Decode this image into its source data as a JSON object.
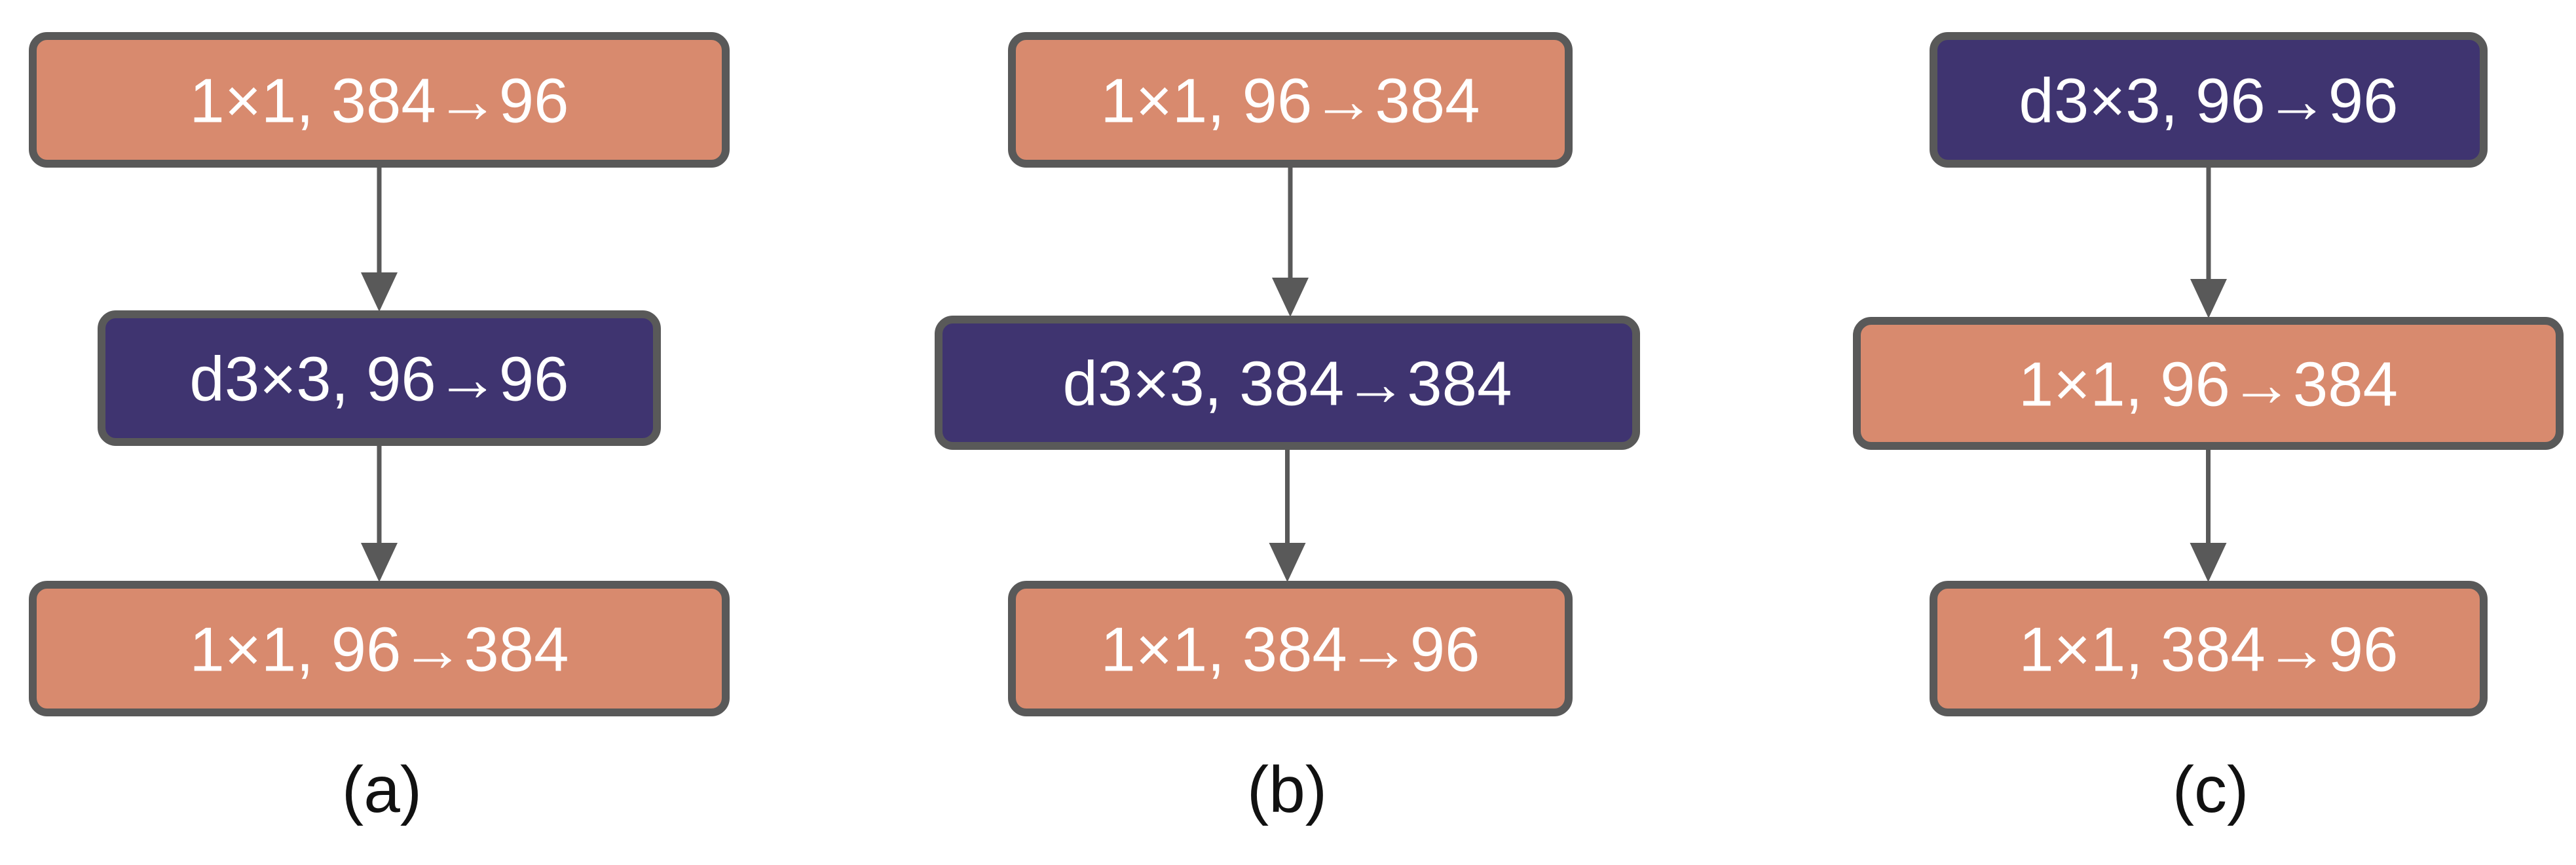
{
  "colors": {
    "conv1x1": "#D88A6E",
    "depthwise": "#3F3470",
    "border": "#595959",
    "arrow": "#595959",
    "label_text": "#FFFFFF",
    "caption_text": "#111111"
  },
  "panels": [
    {
      "caption": "(a)",
      "blocks": [
        {
          "label": "1×1, 384→96",
          "kind": "conv1x1"
        },
        {
          "label": "d3×3, 96→96",
          "kind": "depthwise"
        },
        {
          "label": "1×1, 96→384",
          "kind": "conv1x1"
        }
      ]
    },
    {
      "caption": "(b)",
      "blocks": [
        {
          "label": "1×1, 96→384",
          "kind": "conv1x1"
        },
        {
          "label": "d3×3, 384→384",
          "kind": "depthwise"
        },
        {
          "label": "1×1, 384→96",
          "kind": "conv1x1"
        }
      ]
    },
    {
      "caption": "(c)",
      "blocks": [
        {
          "label": "d3×3, 96→96",
          "kind": "depthwise"
        },
        {
          "label": "1×1, 96→384",
          "kind": "conv1x1"
        },
        {
          "label": "1×1, 384→96",
          "kind": "conv1x1"
        }
      ]
    }
  ]
}
